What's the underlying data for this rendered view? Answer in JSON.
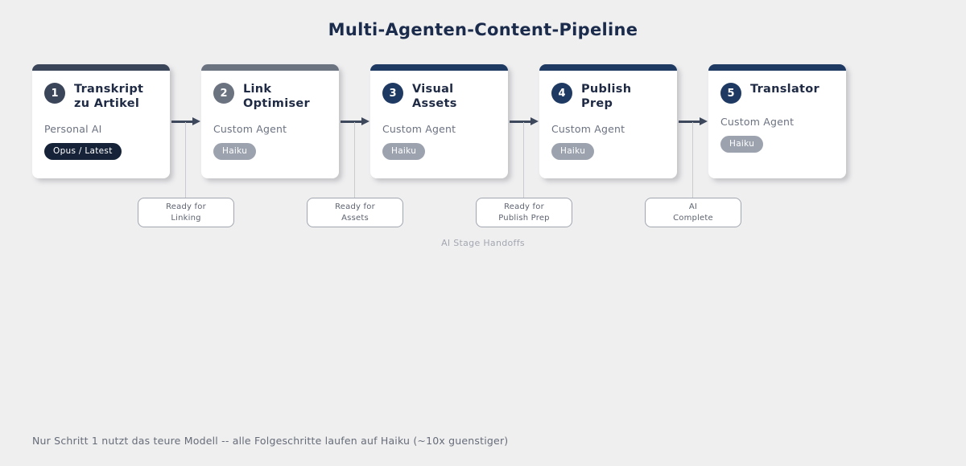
{
  "title": "Multi-Agenten-Content-Pipeline",
  "stages": [
    {
      "number": "1",
      "title_line1": "Transkript",
      "title_line2": "zu Artikel",
      "agent": "Personal AI",
      "model": "Opus / Latest",
      "accent": "#3b4559",
      "badge_bg": "#152238"
    },
    {
      "number": "2",
      "title_line1": "Link",
      "title_line2": "Optimiser",
      "agent": "Custom Agent",
      "model": "Haiku",
      "accent": "#6b7280",
      "badge_bg": "#9ca3af"
    },
    {
      "number": "3",
      "title_line1": "Visual",
      "title_line2": "Assets",
      "agent": "Custom Agent",
      "model": "Haiku",
      "accent": "#1e3a63",
      "badge_bg": "#9ca3af"
    },
    {
      "number": "4",
      "title_line1": "Publish",
      "title_line2": "Prep",
      "agent": "Custom Agent",
      "model": "Haiku",
      "accent": "#1e3a63",
      "badge_bg": "#9ca3af"
    },
    {
      "number": "5",
      "title_line1": "Translator",
      "title_line2": "",
      "agent": "Custom Agent",
      "model": "Haiku",
      "accent": "#1e3a63",
      "badge_bg": "#9ca3af"
    }
  ],
  "handoffs": [
    {
      "line1": "Ready for",
      "line2": "Linking"
    },
    {
      "line1": "Ready for",
      "line2": "Assets"
    },
    {
      "line1": "Ready for",
      "line2": "Publish Prep"
    },
    {
      "line1": "AI",
      "line2": "Complete"
    }
  ],
  "handoffs_caption": "AI Stage Handoffs",
  "footnote": "Nur Schritt 1 nutzt das teure Modell -- alle Folgeschritte laufen auf Haiku (~10x guenstiger)",
  "colors": {
    "background": "#efeff0",
    "title": "#1b2b4b",
    "stage1_accent": "#3b4559",
    "stage2_accent": "#6b7280",
    "stage3_5_accent": "#1e3a63",
    "model_badge_dark": "#152238",
    "model_badge_gray": "#9ca3af",
    "arrow": "#3d485c",
    "connector_line": "#c9cbd1",
    "muted_text": "#6b7280"
  }
}
